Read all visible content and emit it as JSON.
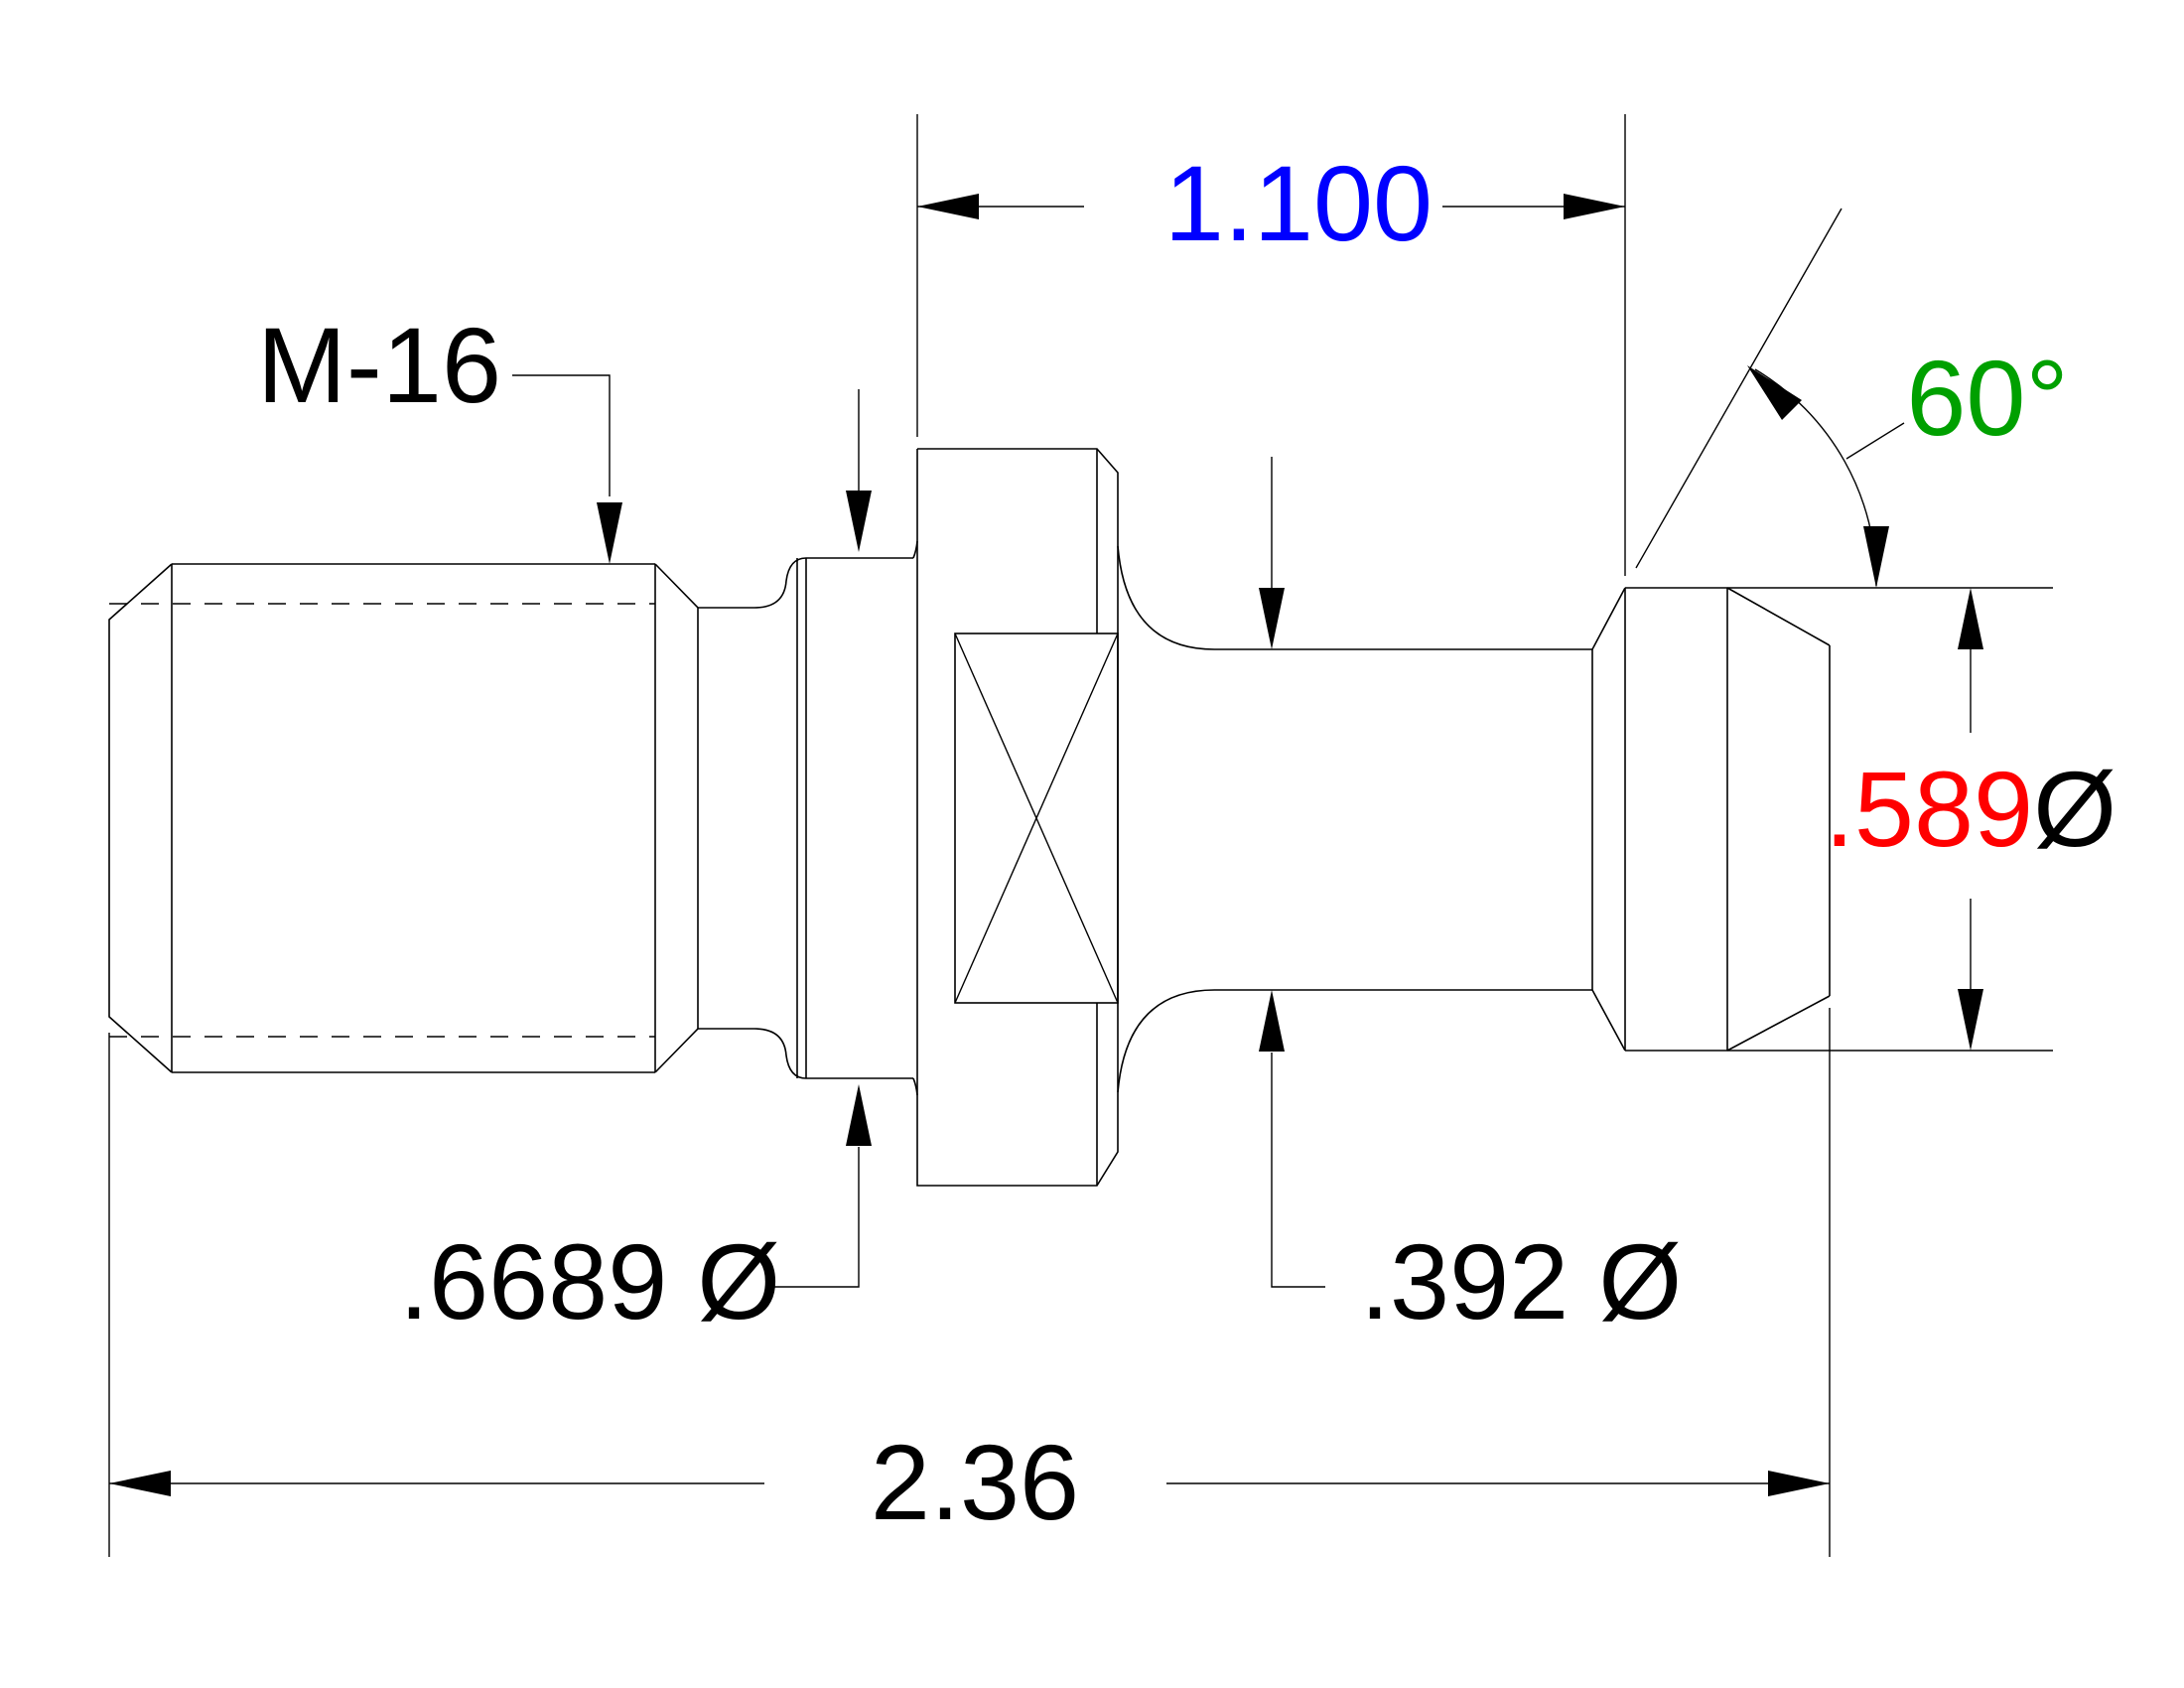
{
  "dimensions": {
    "thread": {
      "label": "M-16",
      "color": "#000000"
    },
    "flange_to_shoulder": {
      "value": "1.100",
      "color": "#0000ff"
    },
    "angle": {
      "value": "60°",
      "color": "#00a000"
    },
    "head_diameter": {
      "value": ".589",
      "symbol": "Ø",
      "value_color": "#ff0000",
      "symbol_color": "#000000"
    },
    "collar_diameter": {
      "label": ".6689 Ø",
      "color": "#000000"
    },
    "neck_diameter": {
      "label": ".392 Ø",
      "color": "#000000"
    },
    "overall_length": {
      "value": "2.36",
      "color": "#000000"
    }
  }
}
